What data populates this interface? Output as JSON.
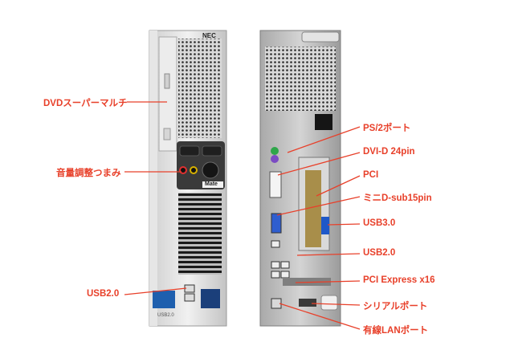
{
  "colors": {
    "label": "#e8402a",
    "leader": "#e8402a"
  },
  "front": {
    "brand_badge": "NEC",
    "model_badge": "Mate",
    "port_sticker": "USB2.0",
    "labels": [
      {
        "id": "dvd",
        "text": "DVDスーパーマルチ"
      },
      {
        "id": "audio",
        "text": "音量調整つまみ"
      },
      {
        "id": "usb-front",
        "text": "USB2.0"
      }
    ]
  },
  "rear": {
    "labels": [
      {
        "id": "ps2",
        "text": "PS/2ポート"
      },
      {
        "id": "dvi",
        "text": "DVI-D 24pin"
      },
      {
        "id": "pci",
        "text": "PCI"
      },
      {
        "id": "vga",
        "text": "ミニD-sub15pin"
      },
      {
        "id": "usb3",
        "text": "USB3.0"
      },
      {
        "id": "usb2-rear",
        "text": "USB2.0"
      },
      {
        "id": "pcie",
        "text": "PCI Express x16"
      },
      {
        "id": "serial",
        "text": "シリアルポート"
      },
      {
        "id": "lan",
        "text": "有線LANポート"
      }
    ]
  }
}
